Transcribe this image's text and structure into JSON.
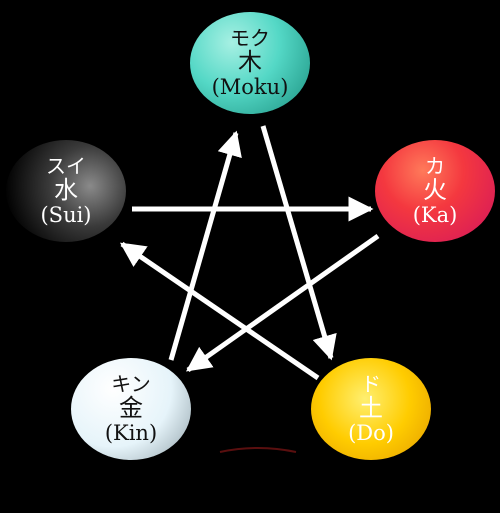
{
  "nodes": {
    "moku": {
      "kana": "モク",
      "kanji": "木",
      "roman": "(Moku)"
    },
    "ka": {
      "kana": "カ",
      "kanji": "火",
      "roman": "(Ka)"
    },
    "do": {
      "kana": "ド",
      "kanji": "土",
      "roman": "(Do)"
    },
    "kin": {
      "kana": "キン",
      "kanji": "金",
      "roman": "(Kin)"
    },
    "sui": {
      "kana": "スイ",
      "kanji": "水",
      "roman": "(Sui)"
    }
  },
  "arrow_color": "#ffffff",
  "background_color": "#000000"
}
